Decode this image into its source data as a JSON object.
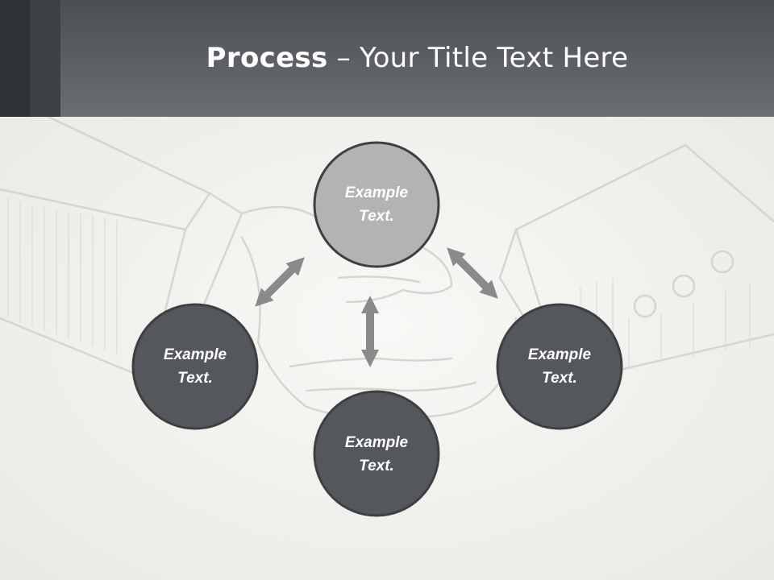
{
  "header": {
    "title_bold": "Process",
    "title_rest": " – Your Title Text Here"
  },
  "nodes": {
    "top": {
      "line1": "Example",
      "line2": "Text.",
      "color": "#b3b3b3"
    },
    "left": {
      "line1": "Example",
      "line2": "Text.",
      "color": "#54575b"
    },
    "right": {
      "line1": "Example",
      "line2": "Text.",
      "color": "#54575b"
    },
    "bottom": {
      "line1": "Example",
      "line2": "Text.",
      "color": "#54575b"
    }
  },
  "colors": {
    "header_dark": "#2f3236",
    "arrow": "#8a8a8a",
    "node_stroke": "#3d3f42",
    "background": "#efefeb"
  },
  "background_image": "handshake-sketch"
}
